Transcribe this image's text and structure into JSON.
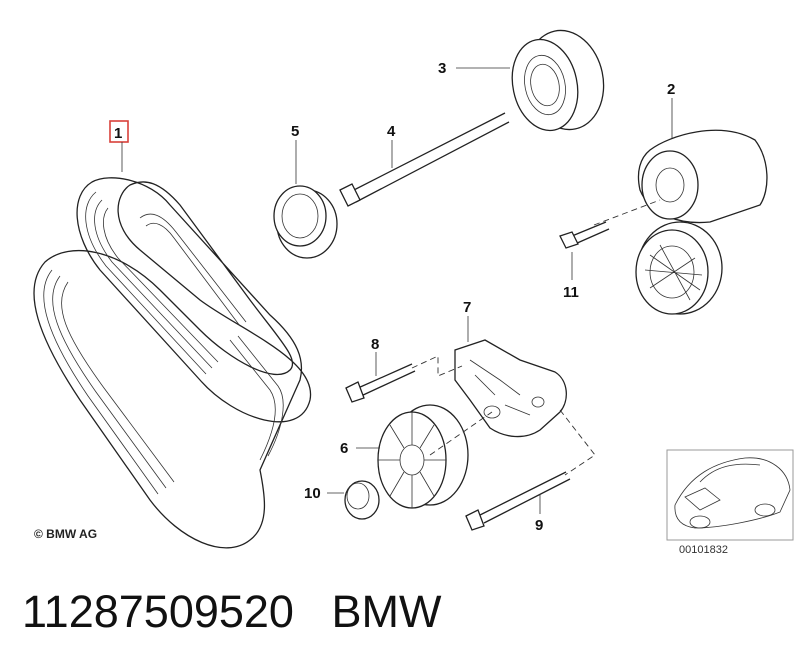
{
  "callouts": [
    "1",
    "2",
    "3",
    "4",
    "5",
    "6",
    "7",
    "8",
    "9",
    "10",
    "11"
  ],
  "copyright": "© BMW AG",
  "reference_code": "00101832",
  "part_number": "11287509520",
  "brand": "BMW",
  "highlight_color": "#d9403a"
}
